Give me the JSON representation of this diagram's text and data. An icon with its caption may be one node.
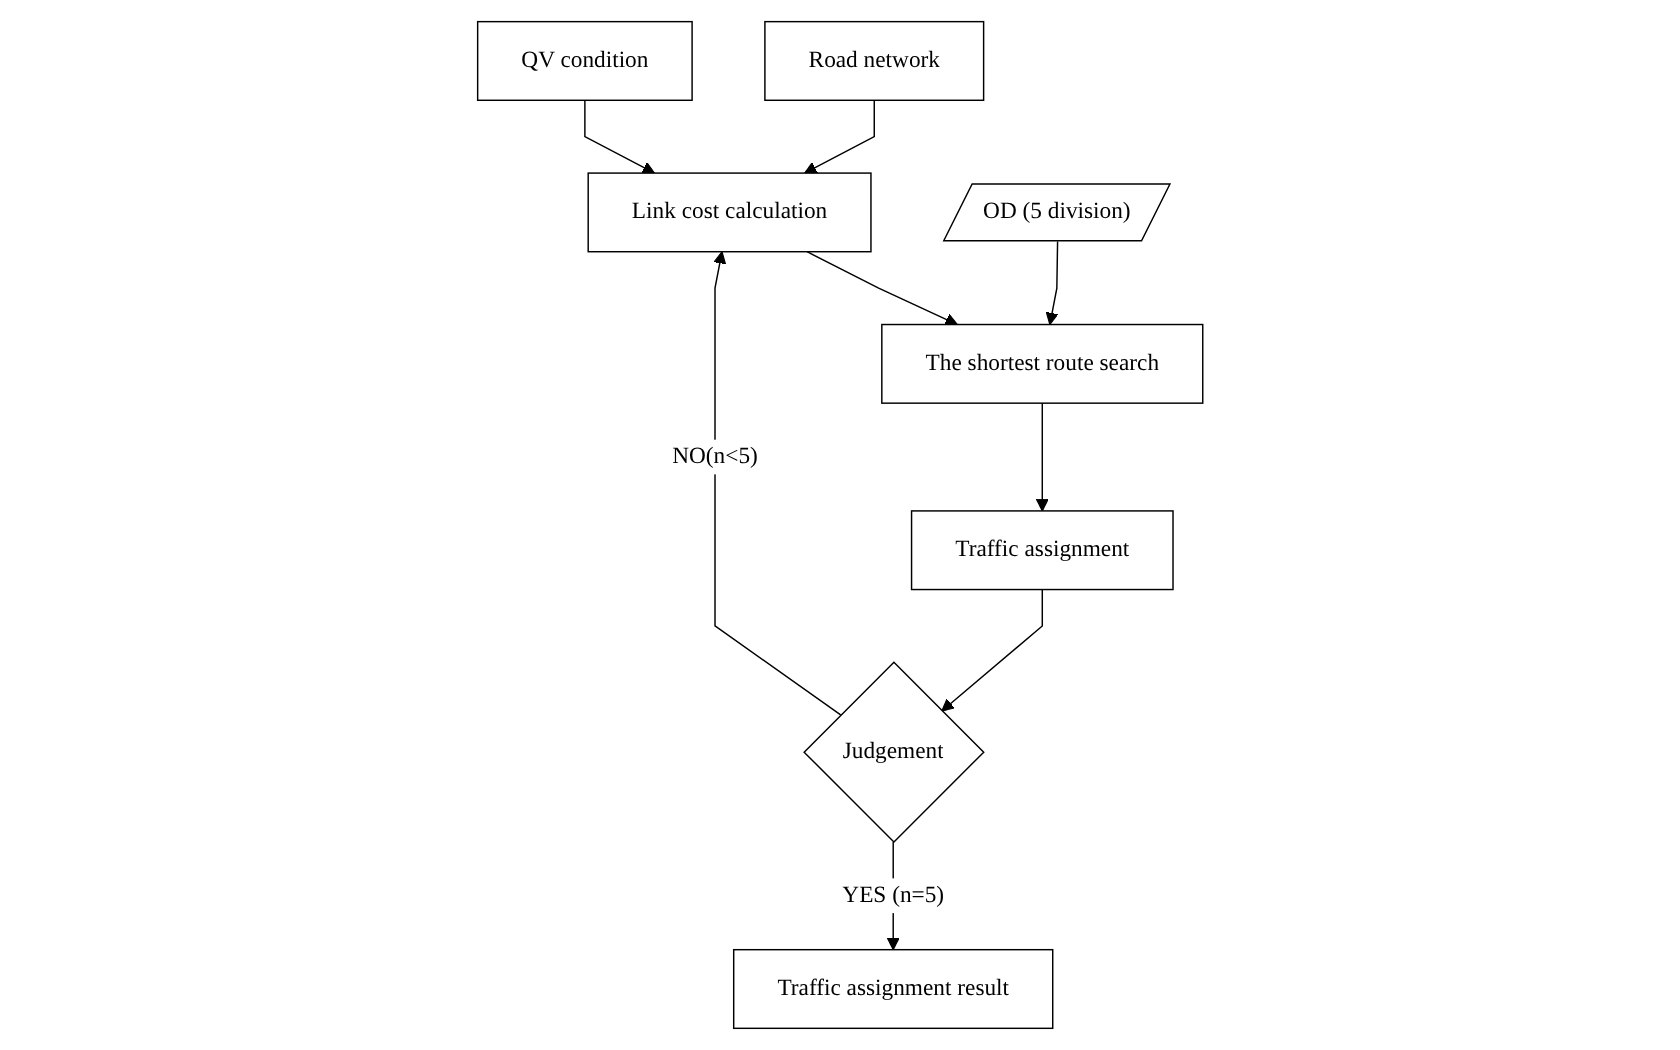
{
  "diagram": {
    "nodes": [
      {
        "text": [
          "Road network"
        ]
      },
      {
        "text": [
          "QV condition"
        ]
      },
      {
        "text": [
          "Link cost calculation"
        ]
      },
      {
        "text": [
          "The shortest route search"
        ]
      },
      {
        "text": [
          "OD (5 division)"
        ]
      },
      {
        "text": [
          "Traffic assignment"
        ]
      },
      {
        "text": [
          "Judgement"
        ]
      },
      {
        "text": [
          "Traffic assignment result"
        ]
      }
    ],
    "edges": [
      {
        "from": 0,
        "to": 2,
        "arrow": "to"
      },
      {
        "from": 1,
        "to": 2,
        "arrow": "to"
      },
      {
        "from": 2,
        "to": 3,
        "arrow": "to"
      },
      {
        "from": 4,
        "to": 3,
        "arrow": "to"
      },
      {
        "from": 3,
        "to": 5,
        "arrow": "to"
      },
      {
        "from": 5,
        "to": 6,
        "arrow": "to"
      },
      {
        "from": 6,
        "to": 2,
        "arrow": "to",
        "label": "NO(n<5)"
      },
      {
        "from": 6,
        "to": 7,
        "arrow": "to",
        "label": "YES (n=5)"
      }
    ]
  }
}
